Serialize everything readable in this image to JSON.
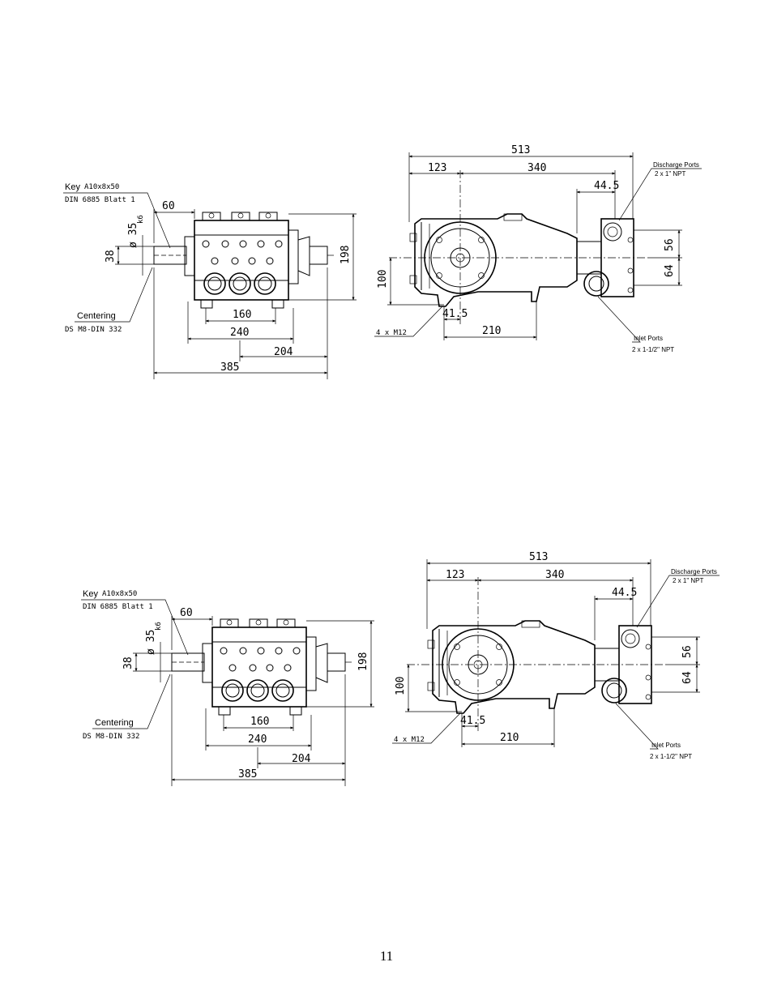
{
  "page_number": "11",
  "drawings": [
    {
      "front_view": {
        "key_label": "Key",
        "key_spec": "A10x8x50",
        "key_standard": "DIN 6885 Blatt 1",
        "centering_label": "Centering",
        "centering_spec": "DS M8-DIN 332",
        "dims": {
          "shaft_len": "60",
          "shaft_dia": "ø 35",
          "shaft_tol": "k6",
          "shaft_h": "38",
          "height": "198",
          "bolt_spacing": "160",
          "base_width": "240",
          "mid_len": "204",
          "overall_len": "385"
        }
      },
      "side_view": {
        "discharge_label": "Discharge Ports",
        "discharge_spec": "2 x 1\" NPT",
        "inlet_label": "Inlet Ports",
        "inlet_spec": "2 x 1-1/2\" NPT",
        "mount_label": "4 x M12",
        "dims": {
          "overall": "513",
          "shaft_offset": "123",
          "shaft_to_port": "340",
          "port_offset": "44.5",
          "upper": "56",
          "lower": "64",
          "shaft_height": "100",
          "foot": "41.5",
          "foot_span": "210"
        }
      }
    },
    {
      "front_view": {
        "key_label": "Key",
        "key_spec": "A10x8x50",
        "key_standard": "DIN 6885 Blatt 1",
        "centering_label": "Centering",
        "centering_spec": "DS M8-DIN 332",
        "dims": {
          "shaft_len": "60",
          "shaft_dia": "ø 35",
          "shaft_tol": "k6",
          "shaft_h": "38",
          "height": "198",
          "bolt_spacing": "160",
          "base_width": "240",
          "mid_len": "204",
          "overall_len": "385"
        }
      },
      "side_view": {
        "discharge_label": "Discharge Ports",
        "discharge_spec": "2 x 1\" NPT",
        "inlet_label": "Inlet Ports",
        "inlet_spec": "2 x 1-1/2\" NPT",
        "mount_label": "4 x M12",
        "dims": {
          "overall": "513",
          "shaft_offset": "123",
          "shaft_to_port": "340",
          "port_offset": "44.5",
          "upper": "56",
          "lower": "64",
          "shaft_height": "100",
          "foot": "41.5",
          "foot_span": "210"
        }
      }
    }
  ]
}
